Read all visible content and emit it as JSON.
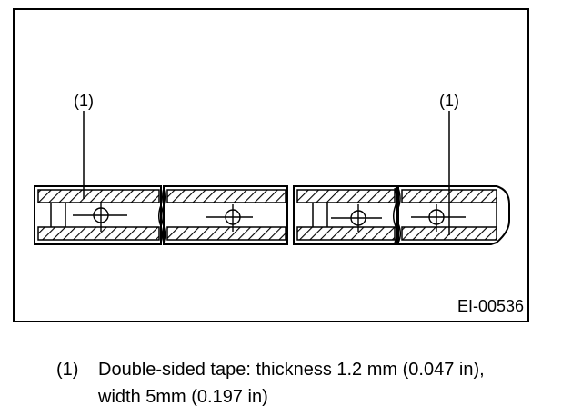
{
  "figure": {
    "code": "EI-00536",
    "callouts": [
      "(1)",
      "(1)"
    ]
  },
  "caption": {
    "number": "(1)",
    "line1": "Double-sided tape: thickness 1.2 mm (0.047 in),",
    "line2": "width 5mm (0.197 in)"
  }
}
